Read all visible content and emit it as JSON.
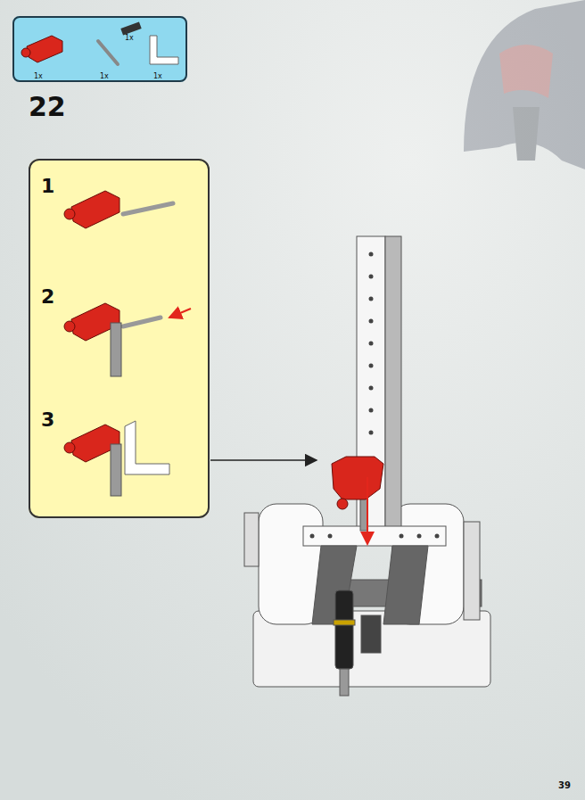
{
  "diagram": {
    "nodes": [
      {
        "text": [
          "1x",
          "1x",
          "1x",
          "1x"
        ]
      },
      {
        "text": [
          "1",
          "2",
          "3"
        ]
      }
    ],
    "labels": [
      "22",
      "39"
    ]
  }
}
